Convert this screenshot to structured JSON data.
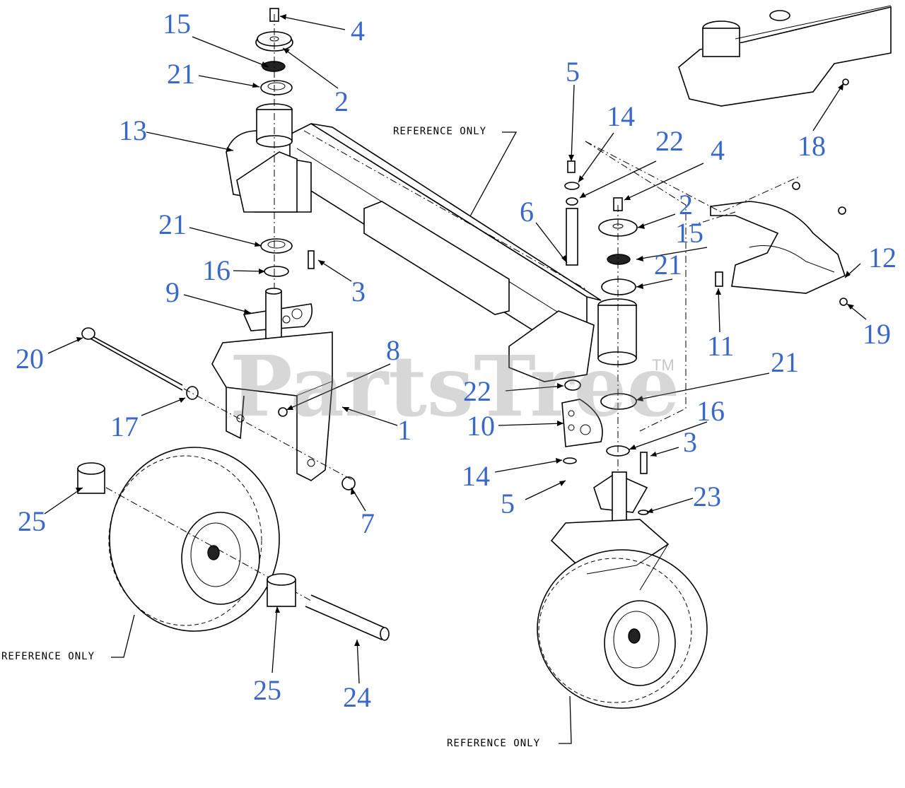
{
  "diagram": {
    "reference_label": "REFERENCE ONLY",
    "watermark": "PartsTree",
    "trademark": "TM",
    "callouts": {
      "c15a": "15",
      "c4a": "4",
      "c21a": "21",
      "c2a": "2",
      "c13": "13",
      "c21b": "21",
      "c16a": "16",
      "c3a": "3",
      "c9": "9",
      "c20": "20",
      "c8": "8",
      "c17": "17",
      "c1": "1",
      "c25a": "25",
      "c7": "7",
      "c25b": "25",
      "c24": "24",
      "c5a": "5",
      "c14a": "14",
      "c22a": "22",
      "c4b": "4",
      "c6": "6",
      "c2b": "2",
      "c15b": "15",
      "c21c": "21",
      "c12": "12",
      "c18": "18",
      "c11": "11",
      "c19": "19",
      "c21d": "21",
      "c22b": "22",
      "c10": "10",
      "c16b": "16",
      "c3b": "3",
      "c14b": "14",
      "c5b": "5",
      "c23": "23"
    }
  }
}
